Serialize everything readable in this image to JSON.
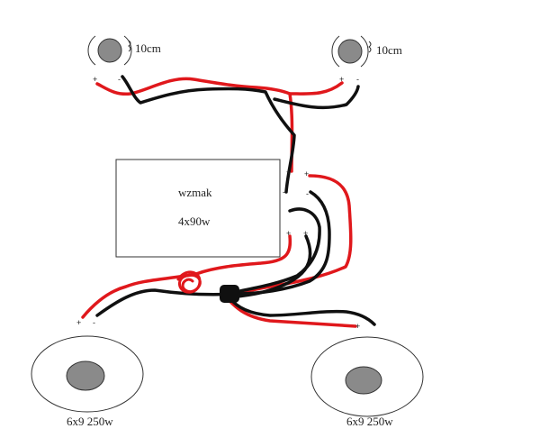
{
  "diagram": {
    "amplifier": {
      "name": "wzmak",
      "channels": "4x90w"
    },
    "speakers": {
      "front_left": {
        "label": "10cm"
      },
      "front_right": {
        "label": "10cm"
      },
      "rear_left": {
        "label": "6x9 250w"
      },
      "rear_right": {
        "label": "6x9 250w"
      }
    },
    "polarity": {
      "plus": "+",
      "minus": "-"
    },
    "colors": {
      "positive_wire": "#e0181c",
      "negative_wire": "#101010",
      "speaker_cone": "#8a8a8a",
      "outline": "#333333"
    }
  }
}
